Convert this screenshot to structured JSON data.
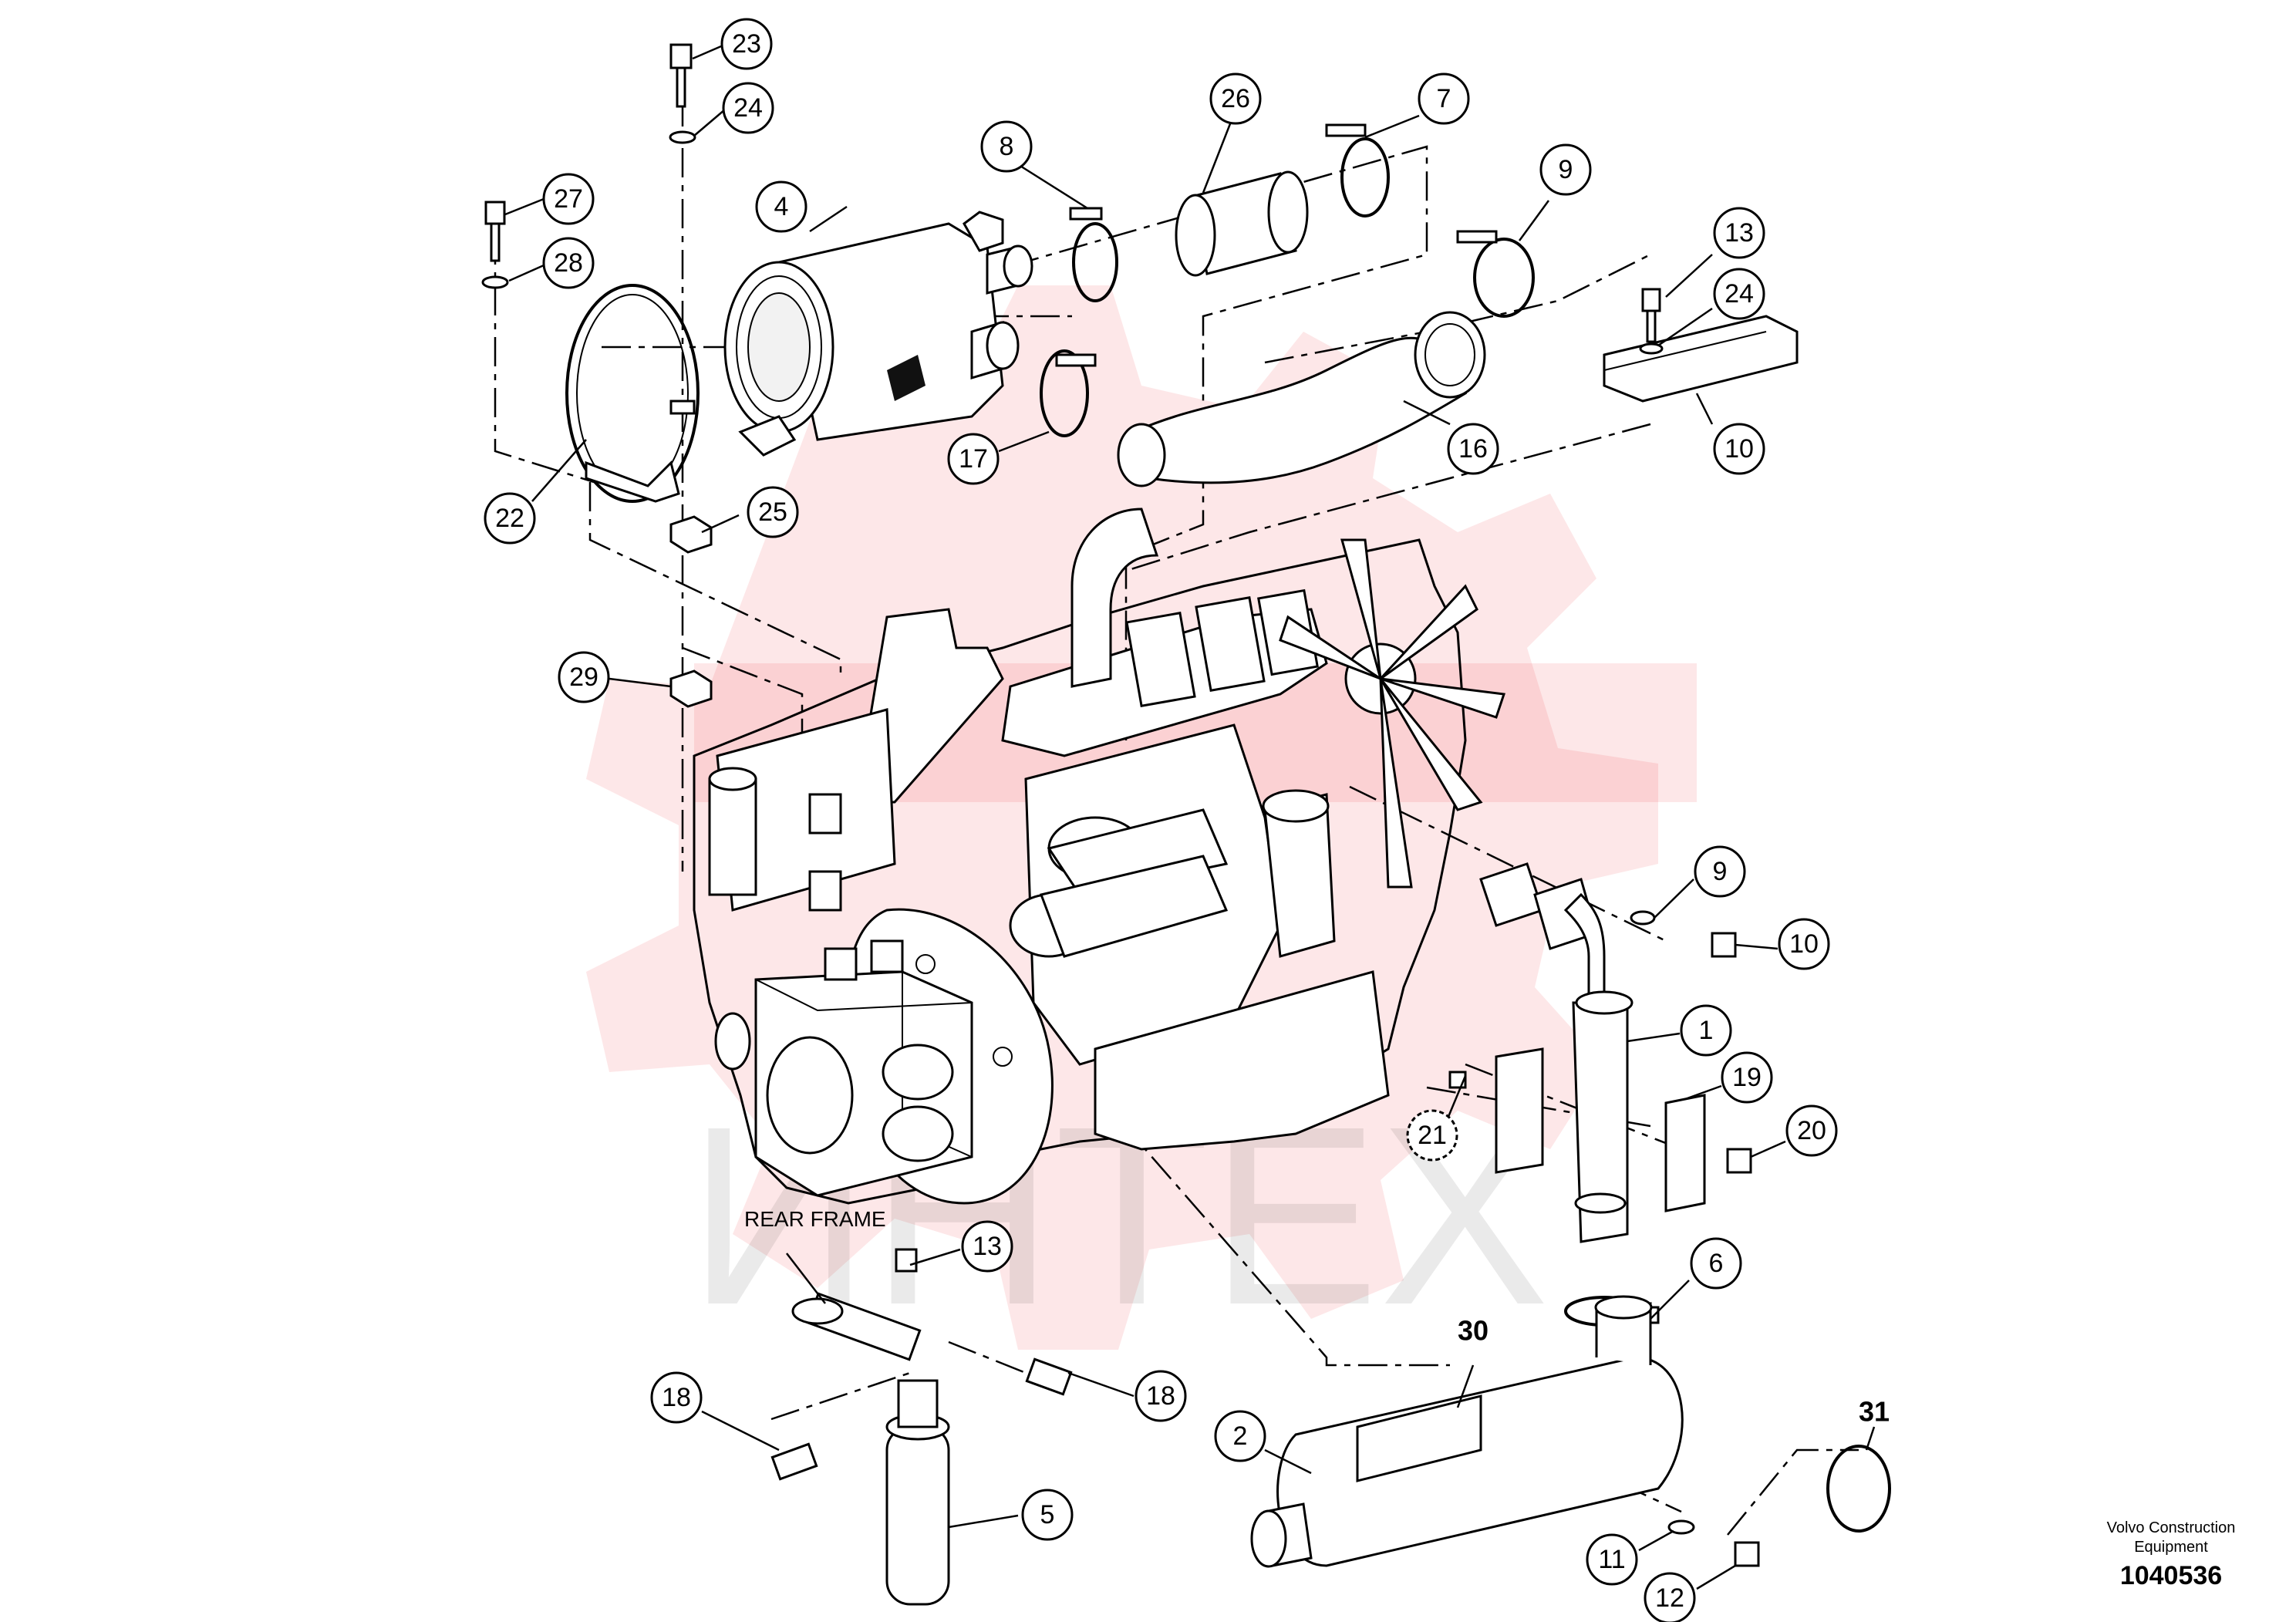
{
  "watermark": {
    "text": "ИНТЕХ",
    "color": "#e8141e"
  },
  "labels": {
    "rear_frame": "REAR FRAME",
    "company_line1": "Volvo Construction",
    "company_line2": "Equipment",
    "drawing_number": "1040536"
  },
  "callouts": [
    {
      "id": "c23",
      "text": "23"
    },
    {
      "id": "c24a",
      "text": "24"
    },
    {
      "id": "c27",
      "text": "27"
    },
    {
      "id": "c28",
      "text": "28"
    },
    {
      "id": "c4",
      "text": "4"
    },
    {
      "id": "c8",
      "text": "8"
    },
    {
      "id": "c26",
      "text": "26"
    },
    {
      "id": "c7",
      "text": "7"
    },
    {
      "id": "c9a",
      "text": "9"
    },
    {
      "id": "c13a",
      "text": "13"
    },
    {
      "id": "c24b",
      "text": "24"
    },
    {
      "id": "c10a",
      "text": "10"
    },
    {
      "id": "c16",
      "text": "16"
    },
    {
      "id": "c17",
      "text": "17"
    },
    {
      "id": "c22",
      "text": "22"
    },
    {
      "id": "c25",
      "text": "25"
    },
    {
      "id": "c29",
      "text": "29"
    },
    {
      "id": "c9b",
      "text": "9"
    },
    {
      "id": "c10b",
      "text": "10"
    },
    {
      "id": "c1",
      "text": "1"
    },
    {
      "id": "c19",
      "text": "19"
    },
    {
      "id": "c20",
      "text": "20"
    },
    {
      "id": "c21",
      "text": "21"
    },
    {
      "id": "c13b",
      "text": "13"
    },
    {
      "id": "c6",
      "text": "6"
    },
    {
      "id": "c18a",
      "text": "18"
    },
    {
      "id": "c18b",
      "text": "18"
    },
    {
      "id": "c2",
      "text": "2"
    },
    {
      "id": "c5",
      "text": "5"
    },
    {
      "id": "c11",
      "text": "11"
    },
    {
      "id": "c12",
      "text": "12"
    }
  ],
  "bold_labels": [
    {
      "id": "b30",
      "text": "30"
    },
    {
      "id": "b31",
      "text": "31"
    }
  ]
}
